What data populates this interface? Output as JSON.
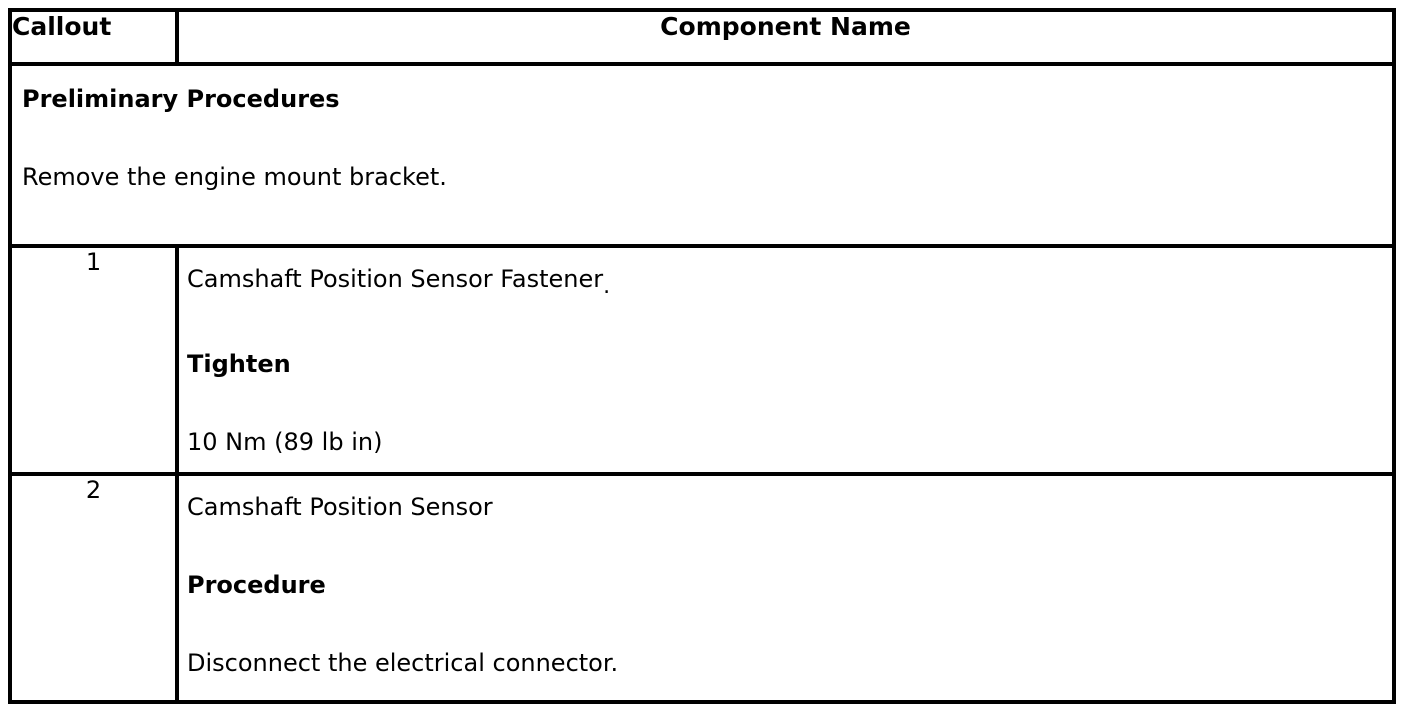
{
  "colors": {
    "border": "#000000",
    "text": "#000000",
    "background": "#ffffff"
  },
  "header": {
    "callout_label": "Callout",
    "component_label": "Component Name"
  },
  "preliminary": {
    "title": "Preliminary Procedures",
    "instruction": "Remove the engine mount bracket."
  },
  "rows": [
    {
      "callout": "1",
      "component": "Camshaft Position Sensor Fastener",
      "component_suffix": ".",
      "action_heading": "Tighten",
      "action_detail": "10 Nm (89 lb in)"
    },
    {
      "callout": "2",
      "component": "Camshaft Position Sensor",
      "component_suffix": "",
      "action_heading": "Procedure",
      "action_detail": "Disconnect the electrical connector."
    }
  ]
}
